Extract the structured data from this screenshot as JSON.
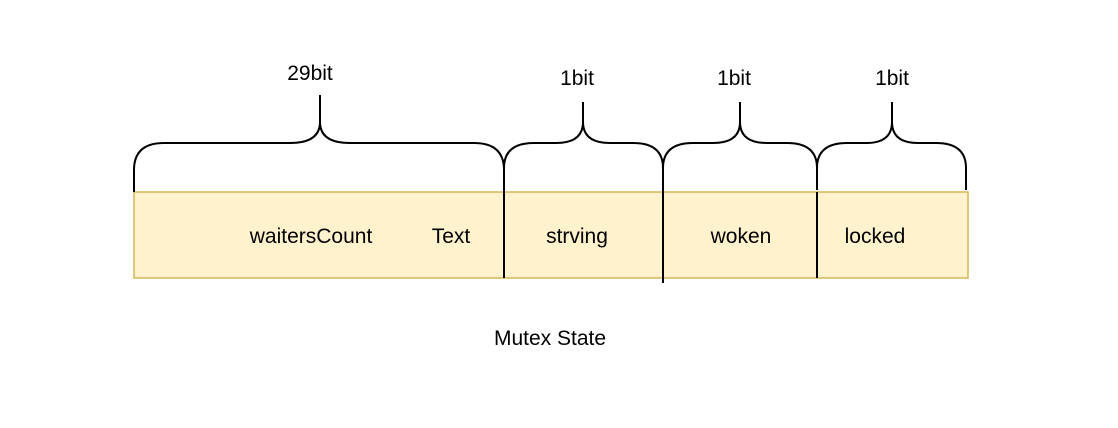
{
  "diagram": {
    "caption": "Mutex State",
    "fields": [
      {
        "id": "waiters",
        "label": "waitersCount",
        "extra_label": "Text",
        "width_label": "29bit"
      },
      {
        "id": "starving",
        "label": "strving",
        "width_label": "1bit"
      },
      {
        "id": "woken",
        "label": "woken",
        "width_label": "1bit"
      },
      {
        "id": "locked",
        "label": "locked",
        "width_label": "1bit"
      }
    ],
    "colors": {
      "cell_fill": "#fff2cc",
      "cell_border": "#d6b656",
      "line": "#000000"
    }
  }
}
